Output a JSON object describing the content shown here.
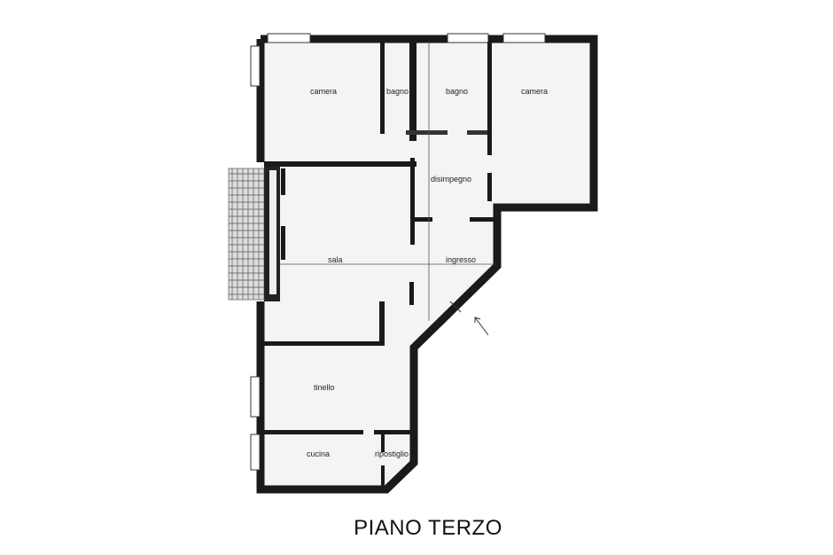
{
  "plan": {
    "title": "PIANO TERZO",
    "rooms": [
      {
        "label": "camera"
      },
      {
        "label": "bagno"
      },
      {
        "label": "bagno"
      },
      {
        "label": "camera"
      },
      {
        "label": "disimpegno"
      },
      {
        "label": "sala"
      },
      {
        "label": "ingresso"
      },
      {
        "label": "tinello"
      },
      {
        "label": "cucina"
      },
      {
        "label": "ripostiglio"
      }
    ],
    "colors": {
      "wall": "#1a1a1a",
      "floor": "#f4f4f4"
    }
  }
}
